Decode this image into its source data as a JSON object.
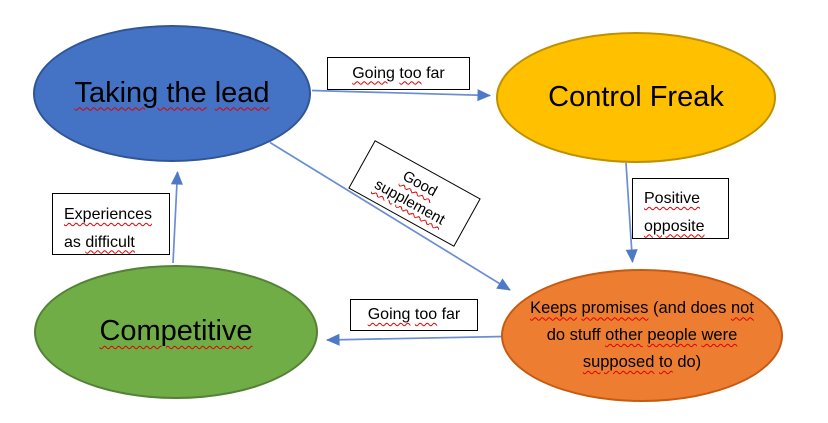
{
  "colors": {
    "arrow_shaft": "#6b8dd3",
    "arrow_head": "#4d79c7",
    "squiggle": "#e00000",
    "label_bg": "#ffffff",
    "label_border": "#000000"
  },
  "nodes": {
    "taking_the_lead": {
      "text": "Taking the lead",
      "fill": "#4472C4",
      "border": "#2F5597",
      "segments": [
        {
          "text": "Taking the",
          "squiggle": true
        },
        {
          "text": " ",
          "squiggle": false
        },
        {
          "text": "lead",
          "squiggle": true
        }
      ]
    },
    "control_freak": {
      "text": "Control Freak",
      "fill": "#FFC000",
      "border": "#BF9000",
      "segments": [
        {
          "text": "Control Freak",
          "squiggle": false
        }
      ]
    },
    "competitive": {
      "text": "Competitive",
      "fill": "#70AD47",
      "border": "#538135",
      "segments": [
        {
          "text": "Competitive",
          "squiggle": true
        }
      ]
    },
    "keeps_promises": {
      "text": "Keeps promises (and does not do stuff other people were supposed to do)",
      "fill": "#ED7D31",
      "border": "#C55A11",
      "lines": [
        {
          "segments": [
            {
              "text": "Keeps",
              "squiggle": true
            },
            {
              "text": " ",
              "squiggle": false
            },
            {
              "text": "promises",
              "squiggle": true
            },
            {
              "text": " (and does ",
              "squiggle": false
            },
            {
              "text": "not",
              "squiggle": true
            }
          ]
        },
        {
          "segments": [
            {
              "text": "do stuff ",
              "squiggle": false
            },
            {
              "text": "other",
              "squiggle": true
            },
            {
              "text": " ",
              "squiggle": false
            },
            {
              "text": "people",
              "squiggle": true
            },
            {
              "text": " ",
              "squiggle": false
            },
            {
              "text": "were",
              "squiggle": true
            }
          ]
        },
        {
          "segments": [
            {
              "text": "supposed",
              "squiggle": true
            },
            {
              "text": " ",
              "squiggle": false
            },
            {
              "text": "to",
              "squiggle": true
            },
            {
              "text": " do)",
              "squiggle": false
            }
          ]
        }
      ]
    }
  },
  "edge_labels": {
    "going_too_far_top": {
      "text": "Going too far",
      "segments": [
        {
          "text": "Going",
          "squiggle": true
        },
        {
          "text": " ",
          "squiggle": false
        },
        {
          "text": "too",
          "squiggle": true
        },
        {
          "text": " far",
          "squiggle": false
        }
      ]
    },
    "positive_opposite": {
      "text": "Positive opposite",
      "lines": [
        {
          "segments": [
            {
              "text": "Positive",
              "squiggle": true
            }
          ]
        },
        {
          "segments": [
            {
              "text": "opposite",
              "squiggle": true
            }
          ]
        }
      ]
    },
    "experiences_as_difficult": {
      "text": "Experiences as difficult",
      "lines": [
        {
          "segments": [
            {
              "text": "Experiences",
              "squiggle": true
            }
          ]
        },
        {
          "segments": [
            {
              "text": "as ",
              "squiggle": false
            },
            {
              "text": "difficult",
              "squiggle": true
            }
          ]
        }
      ]
    },
    "going_too_far_bottom": {
      "text": "Going too far",
      "segments": [
        {
          "text": "Going",
          "squiggle": true
        },
        {
          "text": " ",
          "squiggle": false
        },
        {
          "text": "too",
          "squiggle": true
        },
        {
          "text": " far",
          "squiggle": false
        }
      ]
    },
    "good_supplement": {
      "text": "Good supplement",
      "lines": [
        {
          "segments": [
            {
              "text": "Good",
              "squiggle": true
            }
          ]
        },
        {
          "segments": [
            {
              "text": "supplement",
              "squiggle": true
            }
          ]
        }
      ]
    }
  },
  "edges": [
    {
      "from": "Taking the lead",
      "to": "Control Freak",
      "label": "Going too far"
    },
    {
      "from": "Control Freak",
      "to": "Keeps promises (and does not do stuff other people were supposed to do)",
      "label": "Positive opposite"
    },
    {
      "from": "Keeps promises (and does not do stuff other people were supposed to do)",
      "to": "Competitive",
      "label": "Going too far"
    },
    {
      "from": "Competitive",
      "to": "Taking the lead",
      "label": "Experiences as difficult"
    },
    {
      "from": "Taking the lead",
      "to": "Keeps promises (and does not do stuff other people were supposed to do)",
      "label": "Good supplement"
    }
  ]
}
